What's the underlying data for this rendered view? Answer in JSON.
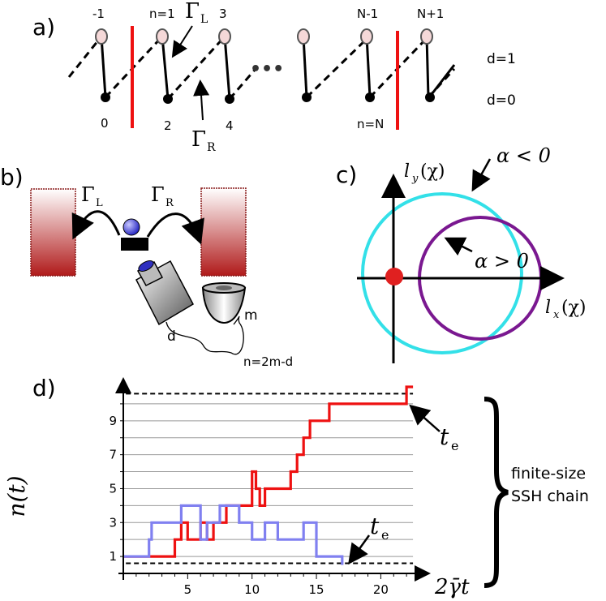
{
  "panel_a": {
    "label": "a)",
    "top_labels": [
      "-1",
      "n=1",
      "3",
      "N-1",
      "N+1"
    ],
    "bottom_labels": [
      "0",
      "2",
      "4",
      "n=N"
    ],
    "gamma_L": "Γ",
    "gamma_L_sub": "L",
    "gamma_R": "Γ",
    "gamma_R_sub": "R",
    "d1": "d=1",
    "d0": "d=0",
    "dots": "•••"
  },
  "panel_b": {
    "label": "b)",
    "gamma_L": "Γ",
    "gamma_L_sub": "L",
    "gamma_R": "Γ",
    "gamma_R_sub": "R",
    "d": "d",
    "m": "m",
    "n_formula": "n=2m-d"
  },
  "panel_c": {
    "label": "c)",
    "ly": "l",
    "ly_sub": "y",
    "ly_arg": "(χ)",
    "lx": "l",
    "lx_sub": "x",
    "lx_arg": "(χ)",
    "alpha_neg": "α < 0",
    "alpha_pos": "α > 0",
    "colors": {
      "outer_circle": "#33e0e8",
      "inner_circle": "#7a1890",
      "origin": "#e02020"
    }
  },
  "panel_d": {
    "label": "d)",
    "brace_text_1": "finite-size",
    "brace_text_2": "SSH chain",
    "te_label": "t",
    "te_sub": "e"
  },
  "chart_data": {
    "type": "line",
    "xlabel": "2γ̄t",
    "ylabel": "n(t)",
    "x_ticks": [
      5,
      10,
      15,
      20
    ],
    "y_ticks": [
      1,
      3,
      5,
      7,
      9
    ],
    "xlim": [
      0,
      23
    ],
    "ylim": [
      0,
      11
    ],
    "grid": true,
    "dashed_levels": [
      0.6,
      10.6
    ],
    "series": [
      {
        "color": "#ee1111",
        "steps": [
          [
            0,
            1
          ],
          [
            4,
            1
          ],
          [
            4,
            2
          ],
          [
            4.5,
            2
          ],
          [
            4.5,
            3
          ],
          [
            5,
            3
          ],
          [
            5,
            2
          ],
          [
            6,
            2
          ],
          [
            6,
            3
          ],
          [
            6.5,
            3
          ],
          [
            6.5,
            2
          ],
          [
            7,
            2
          ],
          [
            7,
            3
          ],
          [
            8,
            3
          ],
          [
            8,
            4
          ],
          [
            10,
            4
          ],
          [
            10,
            6
          ],
          [
            10.3,
            6
          ],
          [
            10.3,
            5
          ],
          [
            10.6,
            5
          ],
          [
            10.6,
            4
          ],
          [
            11,
            4
          ],
          [
            11,
            5
          ],
          [
            13,
            5
          ],
          [
            13,
            6
          ],
          [
            13.5,
            6
          ],
          [
            13.5,
            7
          ],
          [
            14,
            7
          ],
          [
            14,
            8
          ],
          [
            14.5,
            8
          ],
          [
            14.5,
            9
          ],
          [
            16,
            9
          ],
          [
            16,
            10
          ],
          [
            18,
            10
          ],
          [
            18,
            10
          ],
          [
            22,
            10
          ],
          [
            22,
            11
          ],
          [
            22.5,
            11
          ]
        ]
      },
      {
        "color": "#8080f0",
        "steps": [
          [
            0,
            1
          ],
          [
            2,
            1
          ],
          [
            2,
            2
          ],
          [
            2.2,
            2
          ],
          [
            2.2,
            3
          ],
          [
            4.5,
            3
          ],
          [
            4.5,
            4
          ],
          [
            6,
            4
          ],
          [
            6,
            2
          ],
          [
            6.5,
            2
          ],
          [
            6.5,
            3
          ],
          [
            7.5,
            3
          ],
          [
            7.5,
            4
          ],
          [
            9,
            4
          ],
          [
            9,
            3
          ],
          [
            10,
            3
          ],
          [
            10,
            2
          ],
          [
            11,
            2
          ],
          [
            11,
            3
          ],
          [
            12,
            3
          ],
          [
            12,
            2
          ],
          [
            14,
            2
          ],
          [
            14,
            3
          ],
          [
            15,
            3
          ],
          [
            15,
            1
          ],
          [
            17,
            1
          ],
          [
            17,
            0.5
          ]
        ]
      }
    ]
  }
}
